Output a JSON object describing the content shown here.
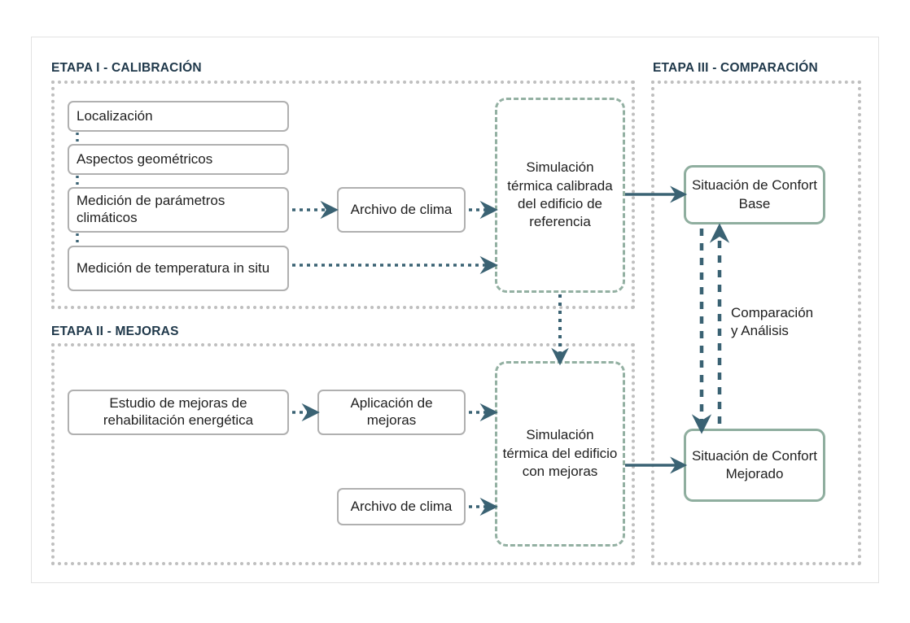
{
  "diagram": {
    "title_stage1": "ETAPA I - CALIBRACIÓN",
    "title_stage2": "ETAPA II - MEJORAS",
    "title_stage3": "ETAPA III - COMPARACIÓN",
    "colors": {
      "title_text": "#20394b",
      "stage_border": "#bfbfbf",
      "process_border": "#b0b0b0",
      "sim_border": "#93b0a2",
      "result_border": "#8fae9f",
      "arrow": "#3a6273",
      "frame": "#e2e2e2",
      "body_text": "#1f1f1f"
    },
    "stage1": {
      "boxes": [
        {
          "id": "localizacion",
          "label": "Localización"
        },
        {
          "id": "aspectos-geometricos",
          "label": "Aspectos geométricos"
        },
        {
          "id": "medicion-parametros",
          "label": "Medición de parámetros climáticos"
        },
        {
          "id": "medicion-temperatura",
          "label": "Medición de temperatura in situ"
        },
        {
          "id": "archivo-clima-1",
          "label": "Archivo de clima"
        }
      ],
      "simulation": "Simulación térmica calibrada del edificio de referencia"
    },
    "stage2": {
      "boxes": [
        {
          "id": "estudio-mejoras",
          "label": "Estudio de mejoras de rehabilitación energética"
        },
        {
          "id": "aplicacion-mejoras",
          "label": "Aplicación de mejoras"
        },
        {
          "id": "archivo-clima-2",
          "label": "Archivo de clima"
        }
      ],
      "simulation": "Simulación térmica del edificio con mejoras"
    },
    "stage3": {
      "result_base": "Situación de Confort Base",
      "result_improved": "Situación de Confort Mejorado",
      "comparison_label": "Comparación y Análisis"
    }
  }
}
